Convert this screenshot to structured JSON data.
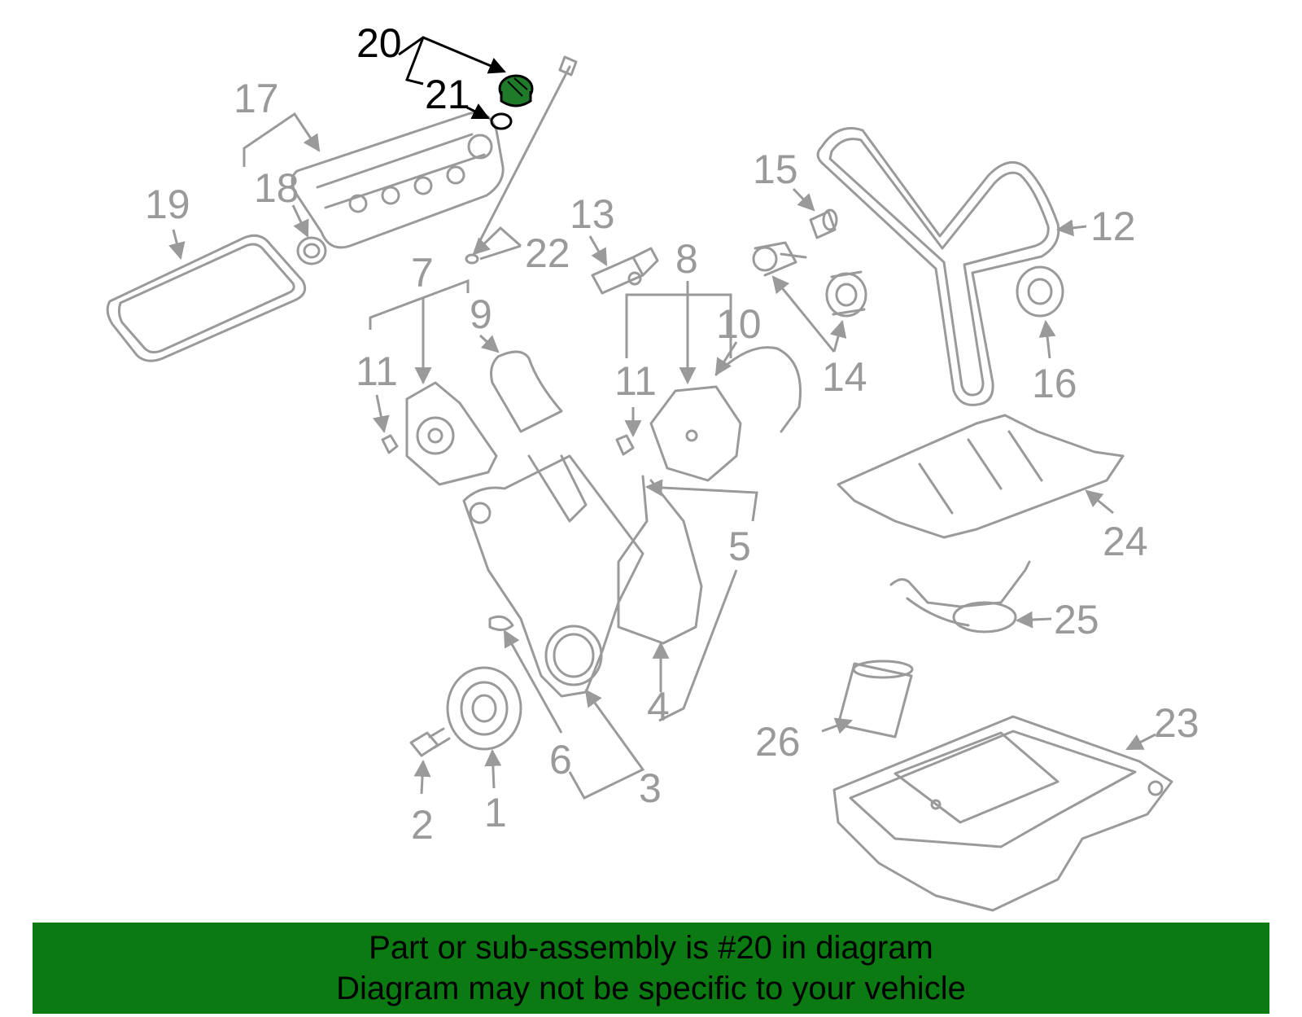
{
  "colors": {
    "parts": "#9a9a9a",
    "highlight_text": "#000000",
    "highlight_part": "#1f7a2a",
    "caption_bg": "#0b7a12"
  },
  "callouts": {
    "c1": "1",
    "c2": "2",
    "c3": "3",
    "c4": "4",
    "c5": "5",
    "c6": "6",
    "c7": "7",
    "c8": "8",
    "c9": "9",
    "c10": "10",
    "c11a": "11",
    "c11b": "11",
    "c12": "12",
    "c13": "13",
    "c14": "14",
    "c15": "15",
    "c16": "16",
    "c17": "17",
    "c18": "18",
    "c19": "19",
    "c20": "20",
    "c21": "21",
    "c22": "22",
    "c23": "23",
    "c24": "24",
    "c25": "25",
    "c26": "26"
  },
  "caption": {
    "line1": "Part or sub-assembly is #20 in diagram",
    "line2": "Diagram may not be specific to your vehicle"
  }
}
